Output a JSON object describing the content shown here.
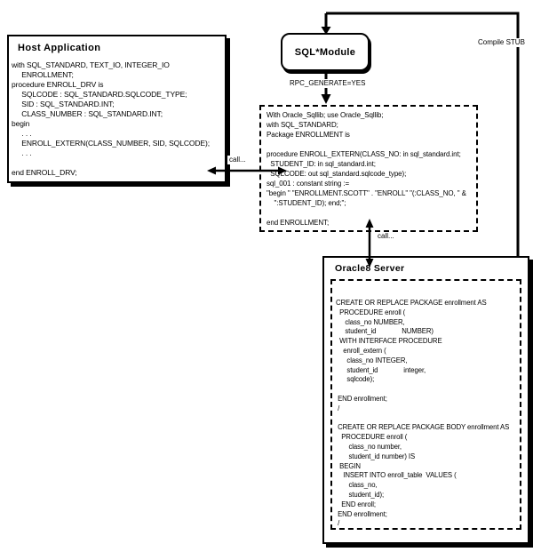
{
  "host_application": {
    "title": "Host Application",
    "code_lines": [
      "with SQL_STANDARD, TEXT_IO, INTEGER_IO",
      "     ENROLLMENT;",
      "procedure ENROLL_DRV is",
      "     SQLCODE : SQL_STANDARD.SQLCODE_TYPE;",
      "     SID : SQL_STANDARD.INT;",
      "     CLASS_NUMBER : SQL_STANDARD.INT;",
      "begin",
      "     . . .",
      "     ENROLL_EXTERN(CLASS_NUMBER, SID, SQLCODE);",
      "     . . .",
      "",
      "end ENROLL_DRV;"
    ]
  },
  "sql_module": {
    "label": "SQL*Module"
  },
  "module_spec": {
    "code_lines": [
      "With Oracle_Sqllib; use Oracle_Sqllib;",
      "with SQL_STANDARD;",
      "Package ENROLLMENT is",
      "",
      "procedure ENROLL_EXTERN(CLASS_NO: in sql_standard.int;",
      "  STUDENT_ID: in sql_standard.int;",
      "  SQLCODE: out sql_standard.sqlcode_type);",
      "sql_001 : constant string :=",
      "\"begin \" \"ENROLLMENT.SCOTT\" . \"ENROLL\" \"(:CLASS_NO, \" &",
      "    \":STUDENT_ID); end;\";",
      "",
      "end ENROLLMENT;"
    ]
  },
  "oracle_server": {
    "title": "Oracle8 Server",
    "code_lines": [
      "CREATE OR REPLACE PACKAGE enrollment AS",
      "  PROCEDURE enroll (",
      "     class_no NUMBER,",
      "     student_id              NUMBER)",
      "  WITH INTERFACE PROCEDURE",
      "    enroll_extern (",
      "      class_no INTEGER,",
      "      student_id              integer,",
      "      sqlcode);",
      "",
      " END enrollment;",
      " /",
      "",
      " CREATE OR REPLACE PACKAGE BODY enrollment AS",
      "   PROCEDURE enroll (",
      "       class_no number,",
      "       student_id number) IS",
      "  BEGIN",
      "    INSERT INTO enroll_table  VALUES (",
      "       class_no,",
      "       student_id);",
      "   END enroll;",
      " END enrollment;",
      " /"
    ]
  },
  "connectors": {
    "compile_stub_label": "Compile STUB",
    "rpc_generate_label": "RPC_GENERATE=YES",
    "call_host_module_label": "call...",
    "call_module_server_label": "call..."
  },
  "colors": {
    "ink": "#000000",
    "paper": "#ffffff"
  }
}
